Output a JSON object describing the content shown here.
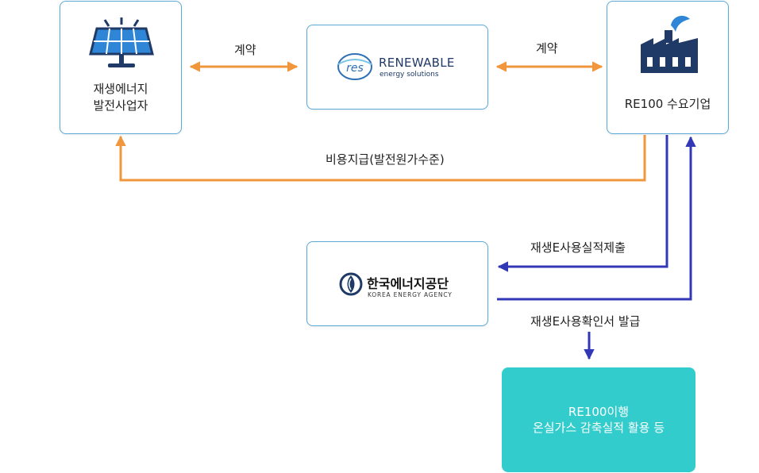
{
  "nodes": {
    "producer": {
      "line1": "재생에너지",
      "line2": "발전사업자",
      "icon": "solar-panel-icon"
    },
    "broker": {
      "name": "RENEWABLE",
      "sub": "energy solutions",
      "mark": "res"
    },
    "consumer": {
      "label": "RE100 수요기업",
      "icon": "factory-icon"
    },
    "agency": {
      "name": "한국에너지공단",
      "sub": "KOREA ENERGY AGENCY"
    },
    "result": {
      "line1": "RE100이행",
      "line2": "온실가스 감축실적 활용 등"
    }
  },
  "edges": {
    "contract_left": "계약",
    "contract_right": "계약",
    "payment": "비용지급(발전원가수준)",
    "submit": "재생E사용실적제출",
    "issue": "재생E사용확인서 발급"
  },
  "colors": {
    "orange": "#f0963c",
    "blue": "#3238b5",
    "teal": "#33cccc",
    "border": "#5aa9d6",
    "navy": "#1f3a66"
  }
}
